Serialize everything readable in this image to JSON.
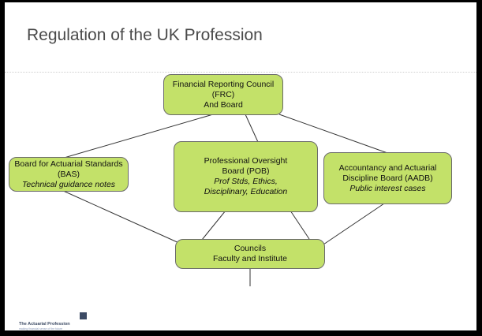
{
  "slide": {
    "title": "Regulation of the UK Profession"
  },
  "nodes": {
    "frc": {
      "line1": "Financial Reporting Council",
      "line2": "(FRC)",
      "line3": "And Board"
    },
    "bas": {
      "line1": "Board for Actuarial Standards",
      "line2": "(BAS)",
      "line3": "Technical guidance notes"
    },
    "pob": {
      "line1": "Professional Oversight",
      "line2": "Board (POB)",
      "line3": "Prof Stds, Ethics,",
      "line4": "Disciplinary, Education"
    },
    "aadb": {
      "line1": "Accountancy and Actuarial",
      "line2": "Discipline Board (AADB)",
      "line3": "Public interest cases"
    },
    "councils": {
      "line1": "Councils",
      "line2": "Faculty and Institute"
    }
  },
  "footer": {
    "brand_name": "The Actuarial Profession",
    "tagline": "making financial sense of the future"
  }
}
